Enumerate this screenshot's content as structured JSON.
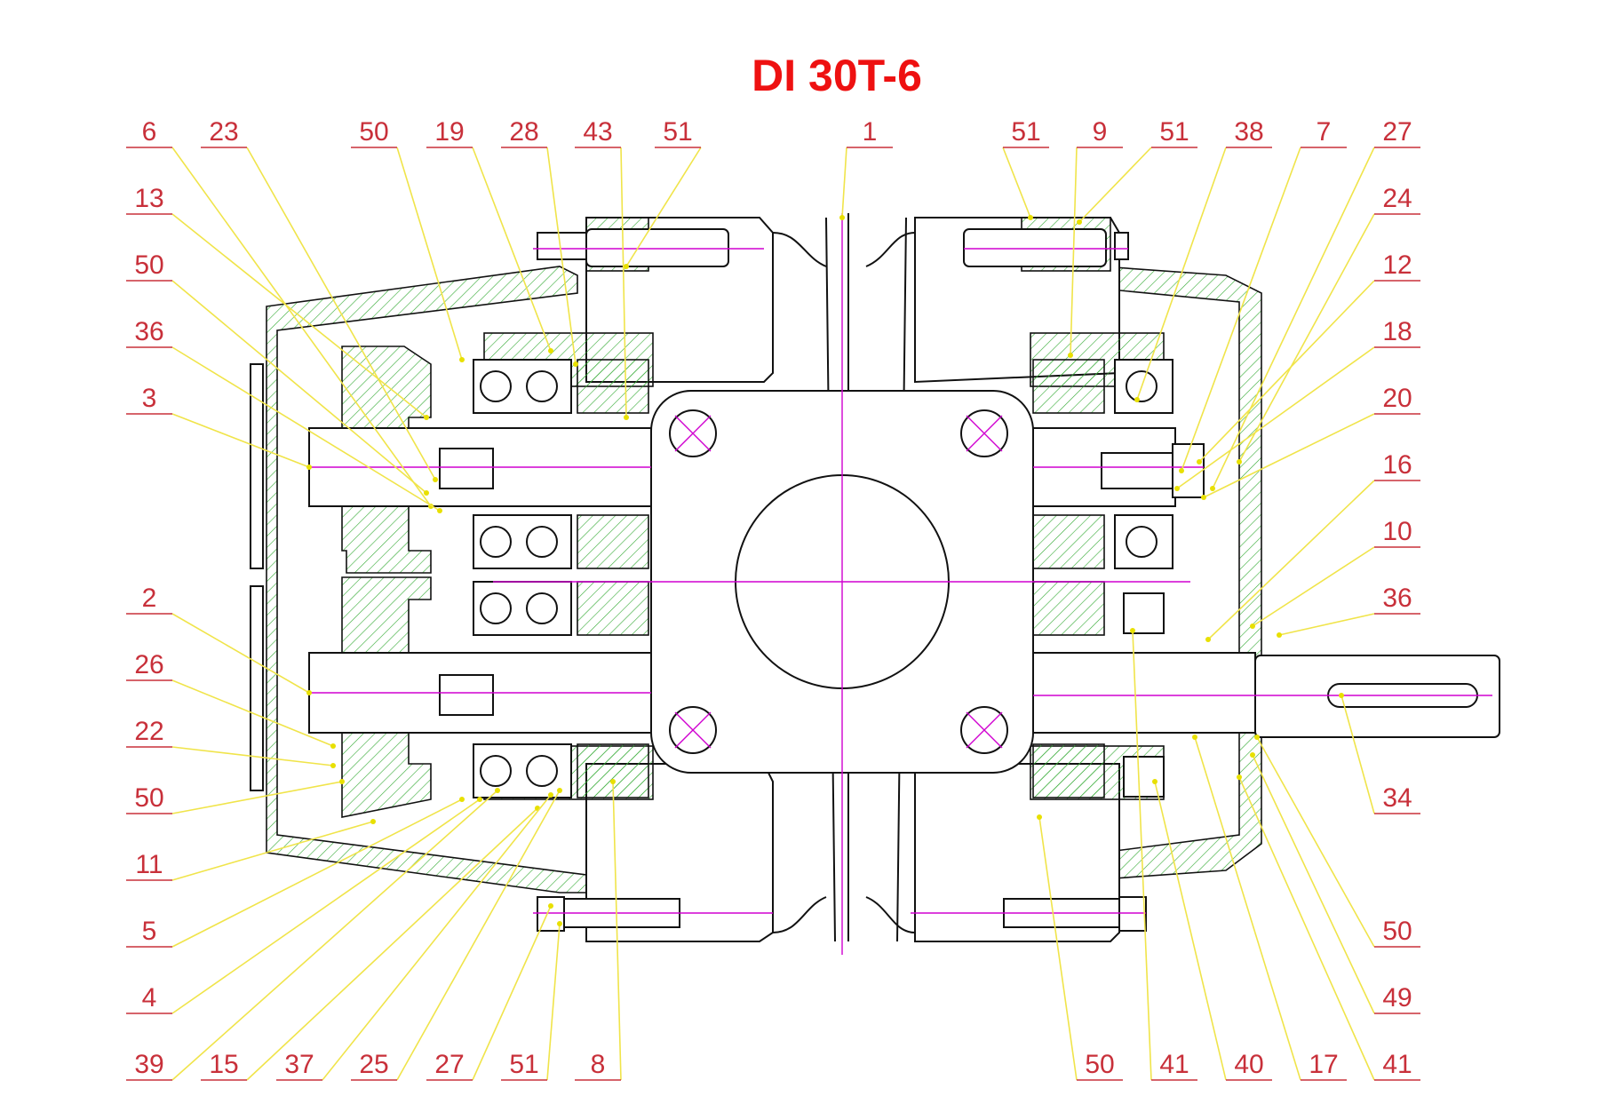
{
  "title": "DI 30T-6",
  "colors": {
    "title": "#ee1111",
    "label": "#c8303a",
    "leader": "#f0e44a",
    "outline": "#111111",
    "hatch": "#33aa33",
    "centerline": "#d000d0"
  },
  "labels": {
    "top": [
      "6",
      "23",
      "50",
      "19",
      "28",
      "43",
      "51",
      "1",
      "51",
      "9",
      "51",
      "38",
      "7",
      "27"
    ],
    "left": [
      "13",
      "50",
      "36",
      "3",
      "2",
      "26",
      "22",
      "50",
      "11",
      "5",
      "4"
    ],
    "right": [
      "24",
      "12",
      "18",
      "20",
      "16",
      "10",
      "36",
      "34",
      "50",
      "49",
      "41"
    ],
    "bottom": [
      "39",
      "15",
      "37",
      "25",
      "27",
      "51",
      "8",
      "50",
      "41",
      "40",
      "17"
    ]
  }
}
